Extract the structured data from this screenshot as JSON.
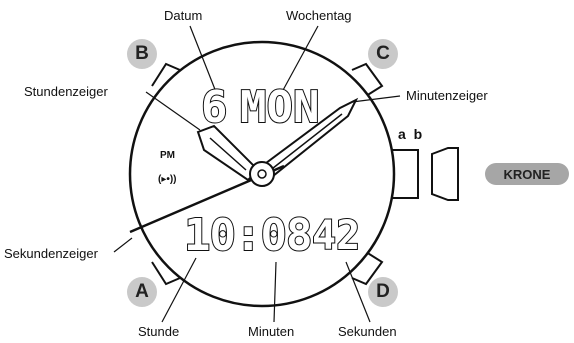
{
  "labels": {
    "datum": "Datum",
    "wochentag": "Wochentag",
    "stundenzeiger": "Stundenzeiger",
    "minutenzeiger": "Minutenzeiger",
    "sekundenzeiger": "Sekundenzeiger",
    "stunde": "Stunde",
    "minuten": "Minuten",
    "sekunden": "Sekunden"
  },
  "buttons": {
    "a": "A",
    "b": "B",
    "c": "C",
    "d": "D"
  },
  "crown": {
    "label": "KRONE",
    "positions": "a b"
  },
  "display": {
    "date": "6",
    "weekday": "MON",
    "time_hm": "10:08",
    "time_s": "42",
    "pm": "PM",
    "sound_indicator": "(▸•))"
  },
  "colors": {
    "button_fill": "#c9c9c9",
    "crown_fill": "#a6a6a6",
    "line": "#111111"
  }
}
